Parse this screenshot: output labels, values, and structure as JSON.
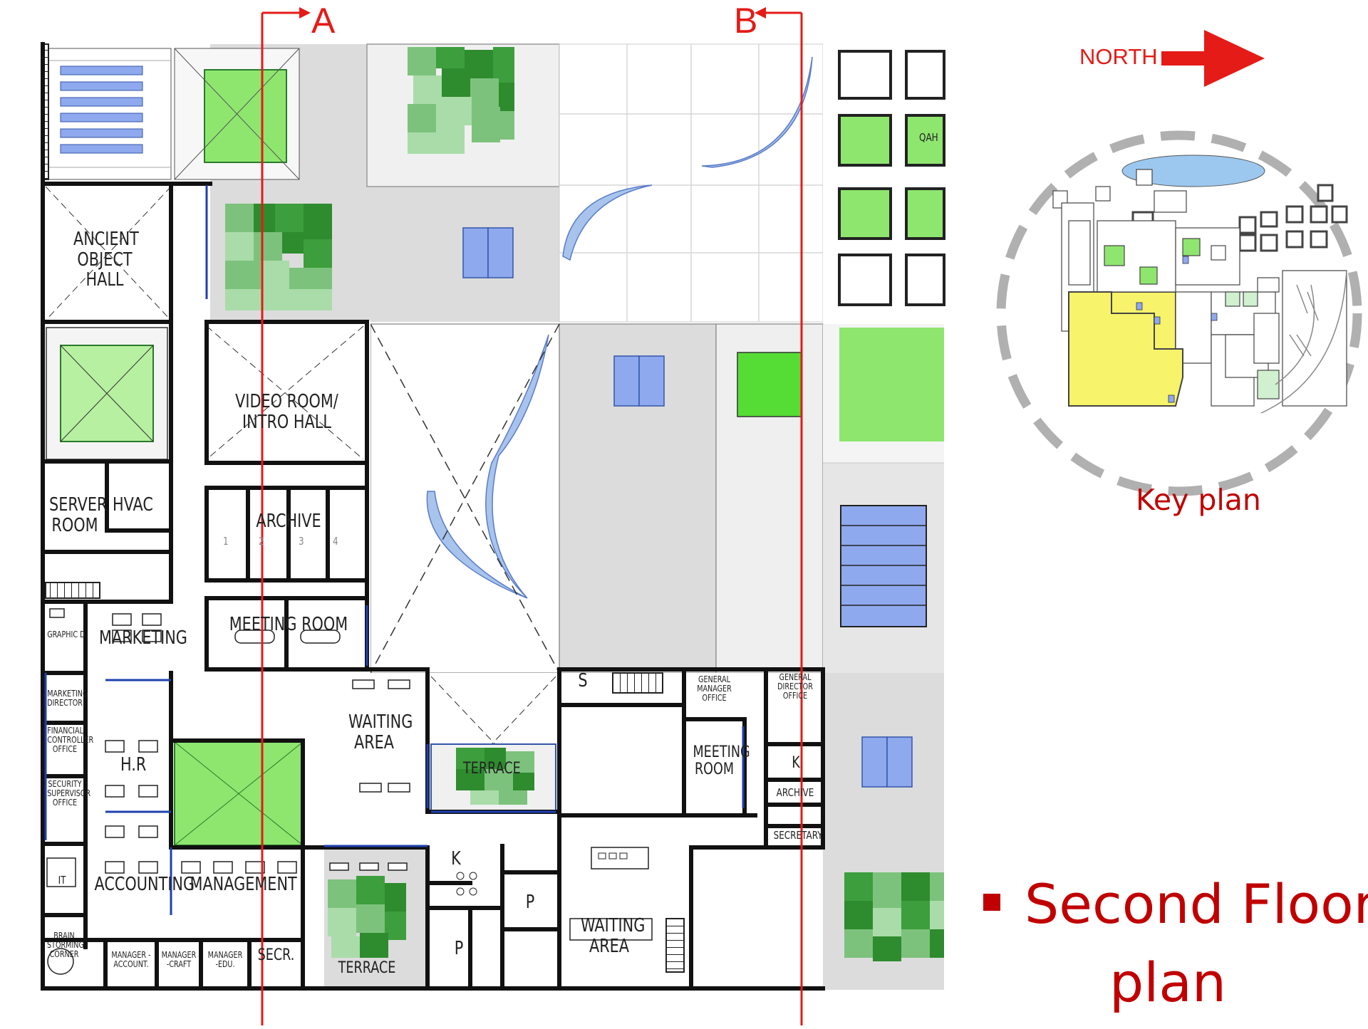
{
  "title": {
    "line1": "Second Floor",
    "line2": "plan"
  },
  "key_plan": {
    "label": "Key plan",
    "north_label": "NORTH"
  },
  "section_cuts": {
    "a": "A",
    "b": "B"
  },
  "colors": {
    "accent_red": "#e41b17",
    "title_red": "#c00000",
    "courtyard_green": "#8ee66f",
    "highlight_yellow": "#f7f36a",
    "water_blue": "#8fa9ee",
    "paving_grey": "#dcdcdc"
  },
  "rooms": {
    "ancient_object_hall": "ANCIENT OBJECT HALL",
    "video_room": "VIDEO ROOM/ INTRO HALL",
    "server_room": "SERVER ROOM",
    "hvac": "HVAC",
    "archive_main": "ARCHIVE",
    "archive_bays": [
      "1",
      "2",
      "3",
      "4"
    ],
    "meeting_room_main": "MEETING ROOM",
    "graphic_d": "GRAPHIC D.",
    "marketing": "MARKETING",
    "marketing_director": "MARKETING DIRECTOR",
    "financial_controller": "FINANCIAL CONTROLLER OFFICE",
    "security_supervisor": "SECURITY SUPERVISOR OFFICE",
    "hr": "H.R",
    "it": "IT",
    "accounting": "ACCOUNTING",
    "management": "MANAGEMENT",
    "brain_storming": "BRAIN STORMING CORNER",
    "manager_account": "MANAGER -ACCOUNT.",
    "manager_craft": "MANAGER -CRAFT",
    "manager_edu": "MANAGER -EDU.",
    "secr": "SECR.",
    "waiting_area_1": "WAITING AREA",
    "terrace_1": "TERRACE",
    "terrace_2": "TERRACE",
    "kitchen_1": "K",
    "parking_1": "P",
    "parking_2": "P",
    "stair_s": "S",
    "waiting_area_2": "WAITING AREA",
    "general_manager_office": "GENERAL MANAGER OFFICE",
    "general_director_office": "GENERAL DIRECTOR OFFICE",
    "meeting_room_2": "MEETING ROOM",
    "kitchen_2": "K",
    "archive_2": "ARCHIVE",
    "secretary": "SECRETARY",
    "qah": "QAH"
  }
}
